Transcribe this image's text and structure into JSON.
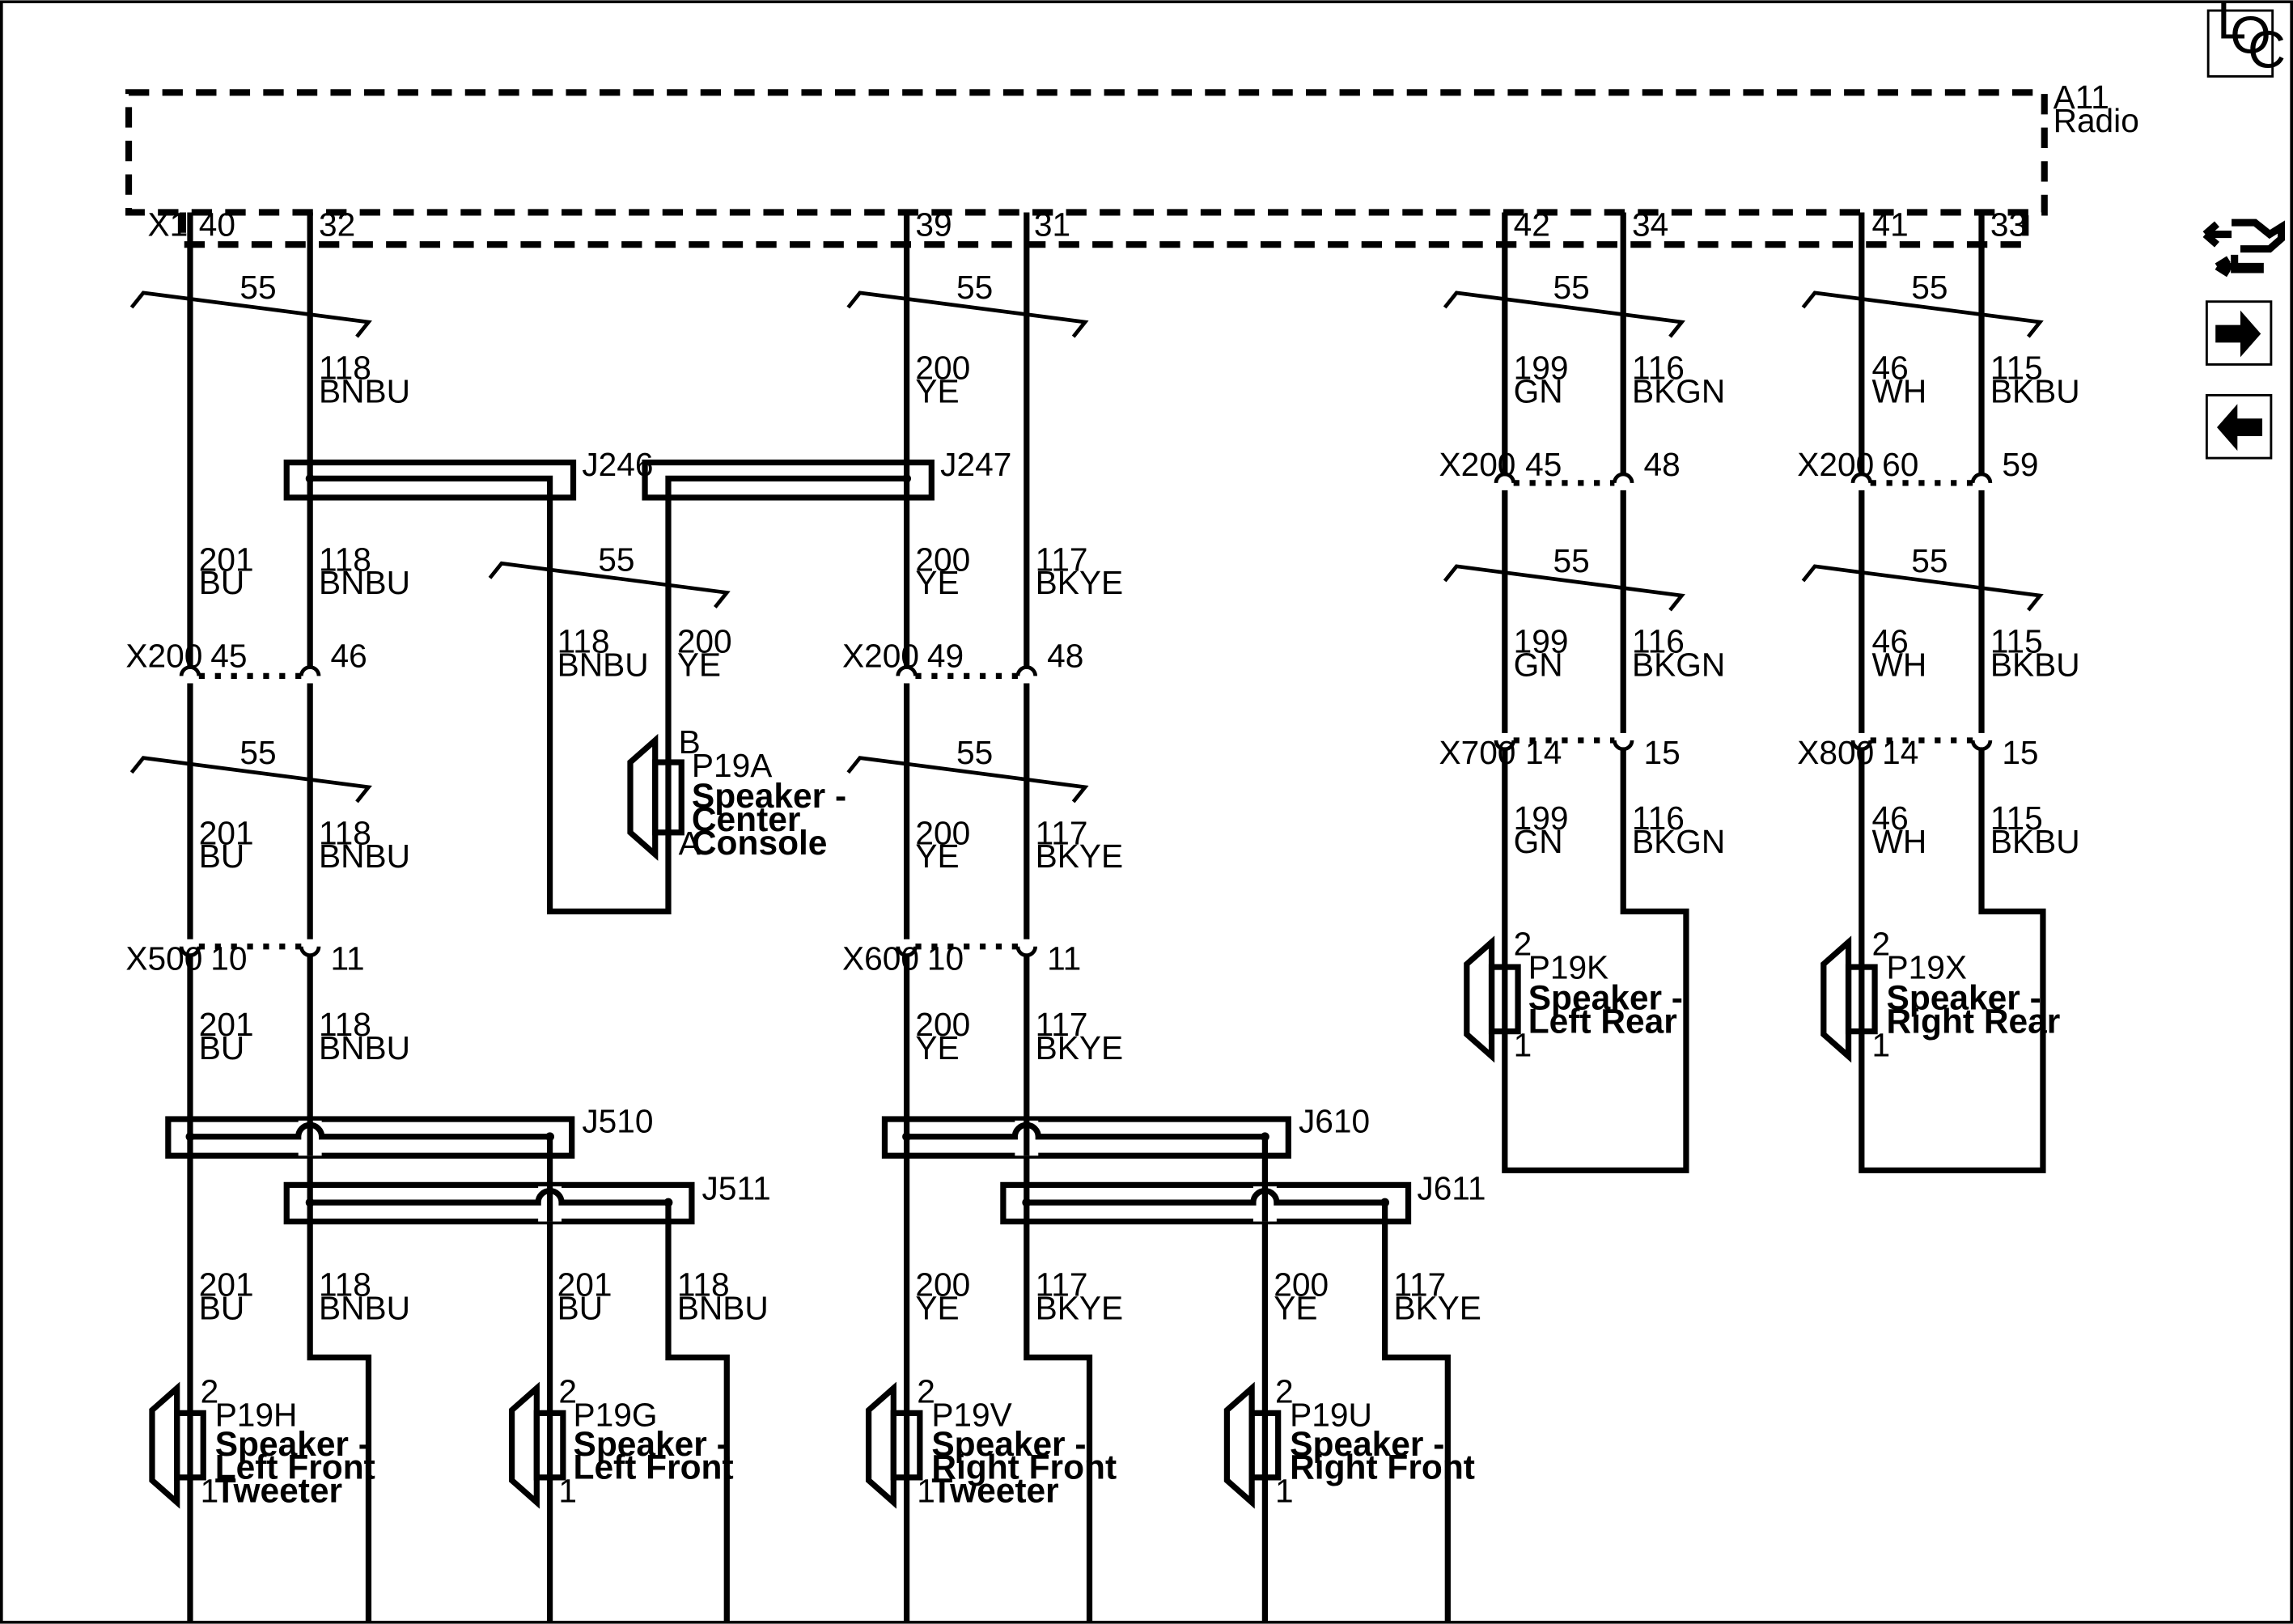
{
  "component": {
    "ref": "A11",
    "name": "Radio",
    "connector": "X1"
  },
  "radio_pins": [
    "40",
    "32",
    "39",
    "31",
    "42",
    "34",
    "41",
    "33"
  ],
  "shield_label": "55",
  "wires": {
    "w201": {
      "circuit": "201",
      "color": "BU"
    },
    "w118": {
      "circuit": "118",
      "color": "BNBU"
    },
    "w200": {
      "circuit": "200",
      "color": "YE"
    },
    "w117": {
      "circuit": "117",
      "color": "BKYE"
    },
    "w199": {
      "circuit": "199",
      "color": "GN"
    },
    "w116": {
      "circuit": "116",
      "color": "BKGN"
    },
    "w46": {
      "circuit": "46",
      "color": "WH"
    },
    "w115": {
      "circuit": "115",
      "color": "BKBU"
    }
  },
  "inline_connectors": {
    "x200_left": {
      "name": "X200",
      "pins": [
        "45",
        "46"
      ]
    },
    "x200_center": {
      "name": "X200",
      "pins": [
        "49",
        "48"
      ]
    },
    "x200_rear_left": {
      "name": "X200",
      "pins": [
        "45",
        "48"
      ]
    },
    "x200_rear_right": {
      "name": "X200",
      "pins": [
        "60",
        "59"
      ]
    },
    "x500": {
      "name": "X500",
      "pins": [
        "10",
        "11"
      ]
    },
    "x600": {
      "name": "X600",
      "pins": [
        "10",
        "11"
      ]
    },
    "x700": {
      "name": "X700",
      "pins": [
        "14",
        "15"
      ]
    },
    "x800": {
      "name": "X800",
      "pins": [
        "14",
        "15"
      ]
    }
  },
  "splices": {
    "j246": "J246",
    "j247": "J247",
    "j510": "J510",
    "j511": "J511",
    "j610": "J610",
    "j611": "J611"
  },
  "speakers": {
    "p19a": {
      "ref": "P19A",
      "name": [
        "Speaker -",
        "Center",
        "Console"
      ],
      "pins": [
        "B",
        "A"
      ]
    },
    "p19h": {
      "ref": "P19H",
      "name": [
        "Speaker -",
        "Left Front",
        "Tweeter"
      ],
      "pins": [
        "2",
        "1"
      ]
    },
    "p19g": {
      "ref": "P19G",
      "name": [
        "Speaker -",
        "Left Front"
      ],
      "pins": [
        "2",
        "1"
      ]
    },
    "p19v": {
      "ref": "P19V",
      "name": [
        "Speaker -",
        "Right Front",
        "Tweeter"
      ],
      "pins": [
        "2",
        "1"
      ]
    },
    "p19u": {
      "ref": "P19U",
      "name": [
        "Speaker -",
        "Right Front"
      ],
      "pins": [
        "2",
        "1"
      ]
    },
    "p19k": {
      "ref": "P19K",
      "name": [
        "Speaker -",
        "Left Rear"
      ],
      "pins": [
        "2",
        "1"
      ]
    },
    "p19x": {
      "ref": "P19X",
      "name": [
        "Speaker -",
        "Right Rear"
      ],
      "pins": [
        "2",
        "1"
      ]
    }
  },
  "nav": {
    "loc_letters": [
      "L",
      "O",
      "C"
    ],
    "icons": [
      "loc-icon",
      "connector-swap-icon",
      "arrow-right-icon",
      "arrow-left-icon"
    ]
  }
}
